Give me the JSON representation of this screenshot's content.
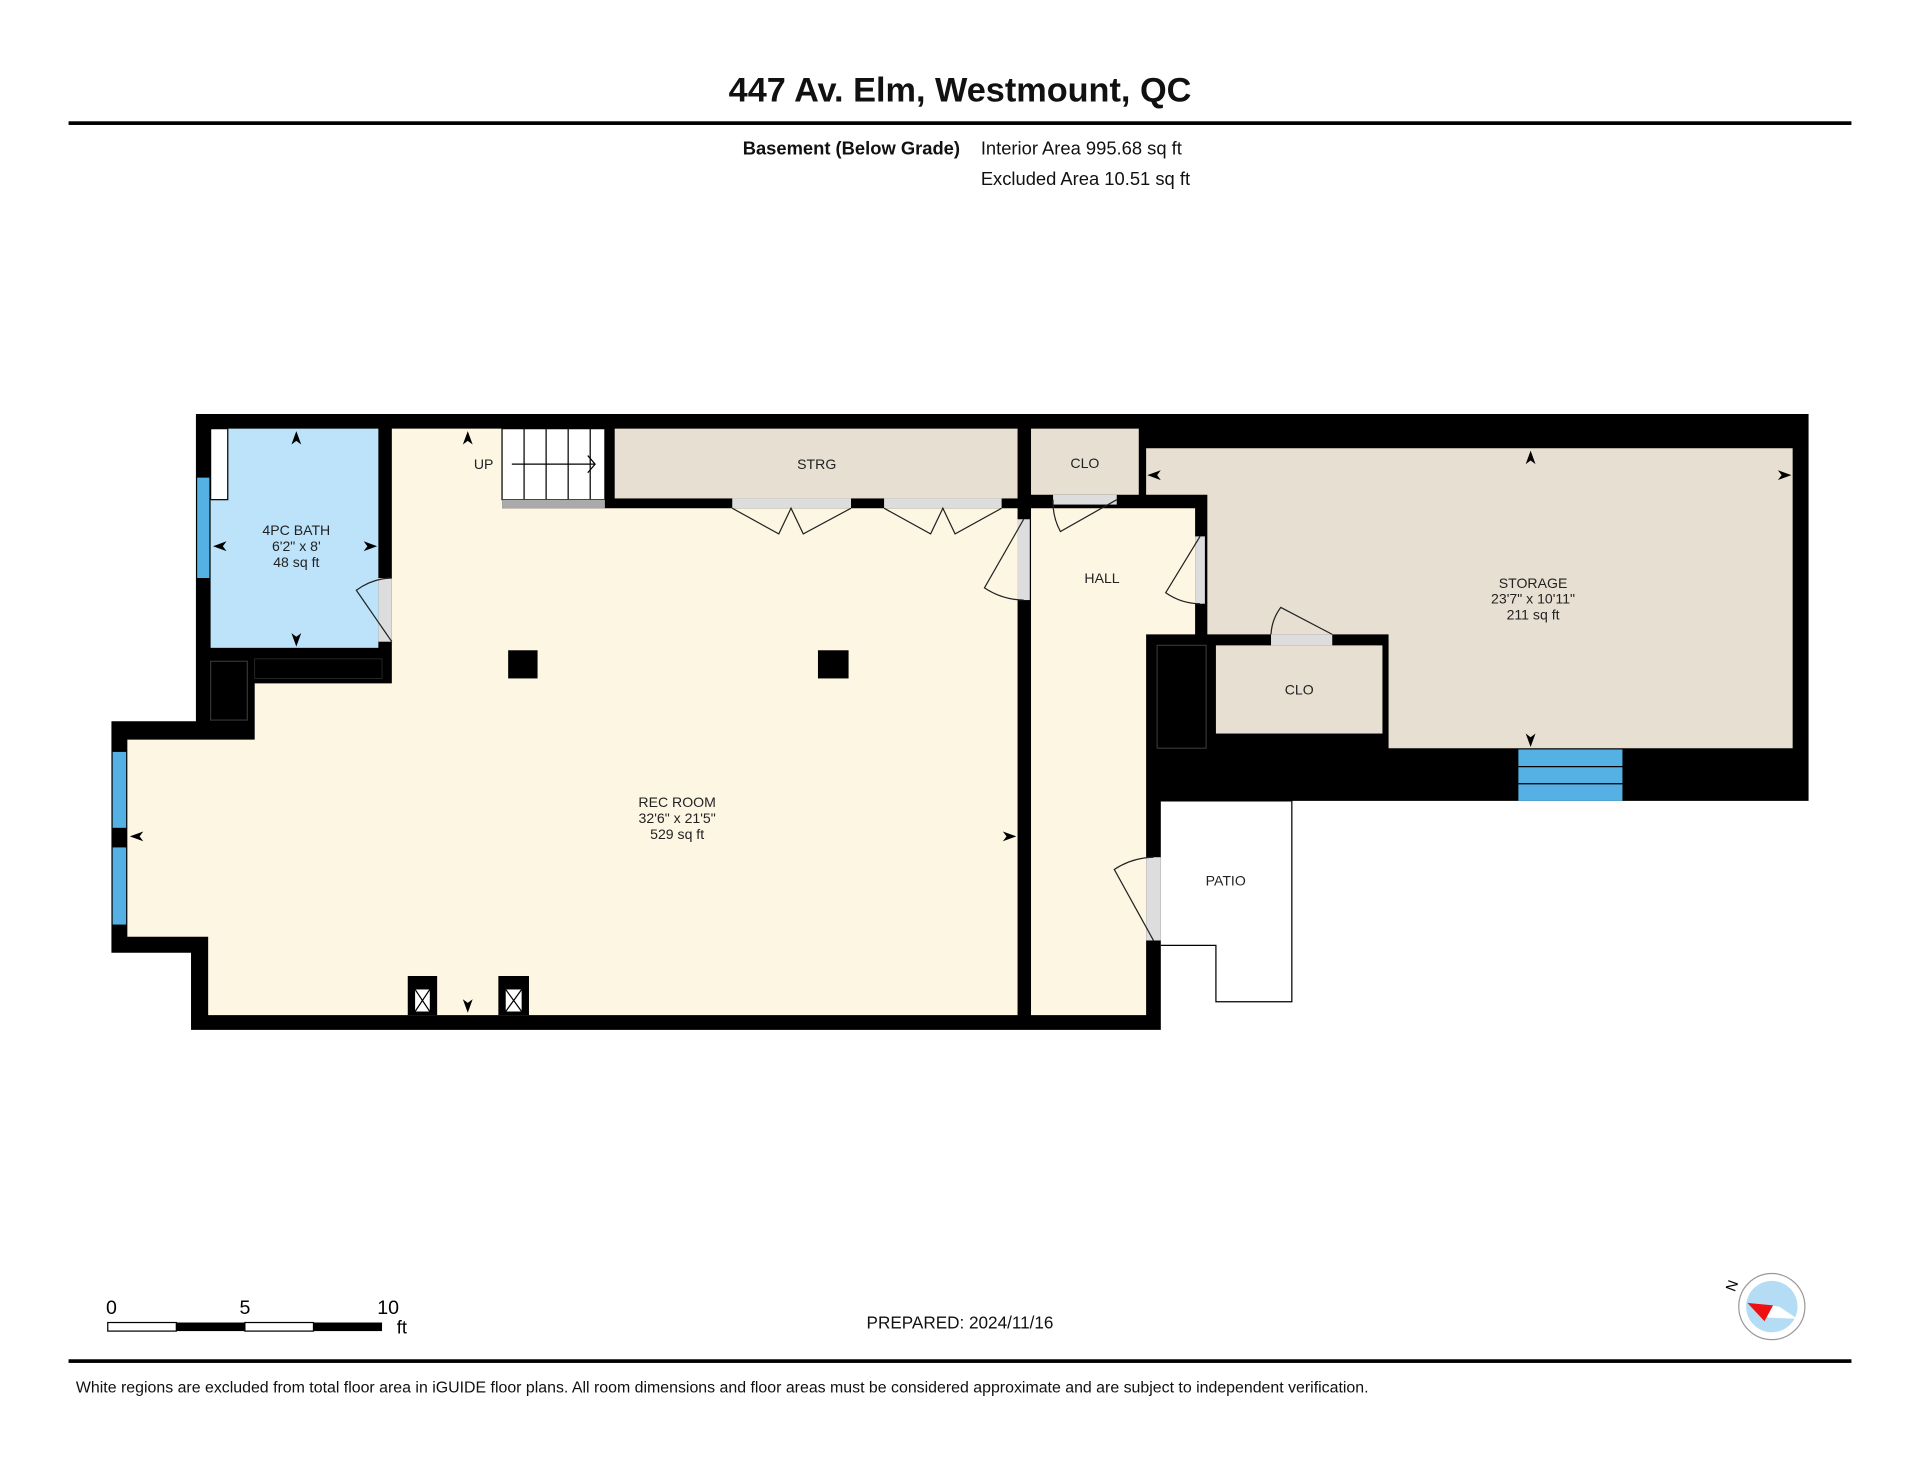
{
  "header": {
    "title": "447 Av. Elm, Westmount, QC",
    "floor_label": "Basement (Below Grade)",
    "interior_area": "Interior Area 995.68 sq ft",
    "excluded_area": "Excluded Area 10.51 sq ft"
  },
  "rooms": {
    "bath": {
      "name": "4PC BATH",
      "dims": "6'2\" x 8'",
      "area": "48 sq ft"
    },
    "rec": {
      "name": "REC ROOM",
      "dims": "32'6\" x 21'5\"",
      "area": "529 sq ft"
    },
    "strg": {
      "name": "STRG"
    },
    "clo_top": {
      "name": "CLO"
    },
    "hall": {
      "name": "HALL"
    },
    "storage": {
      "name": "STORAGE",
      "dims": "23'7\" x 10'11\"",
      "area": "211 sq ft"
    },
    "clo_mid": {
      "name": "CLO"
    },
    "patio": {
      "name": "PATIO"
    },
    "stairs": {
      "label": "UP"
    }
  },
  "scale": {
    "ticks": [
      "0",
      "5",
      "10"
    ],
    "unit": "ft"
  },
  "compass": {
    "label": "N"
  },
  "footer": {
    "prepared": "PREPARED: 2024/11/16",
    "disclaimer": "White regions are excluded from total floor area in iGUIDE floor plans. All room dimensions and floor areas must be considered approximate and are subject to independent verification."
  },
  "colors": {
    "wall": "#000000",
    "bath": "#bde3fb",
    "living": "#fdf6e3",
    "storage": "#e7dfd1",
    "window": "#55b0e3",
    "compass_red": "#ee1111"
  }
}
